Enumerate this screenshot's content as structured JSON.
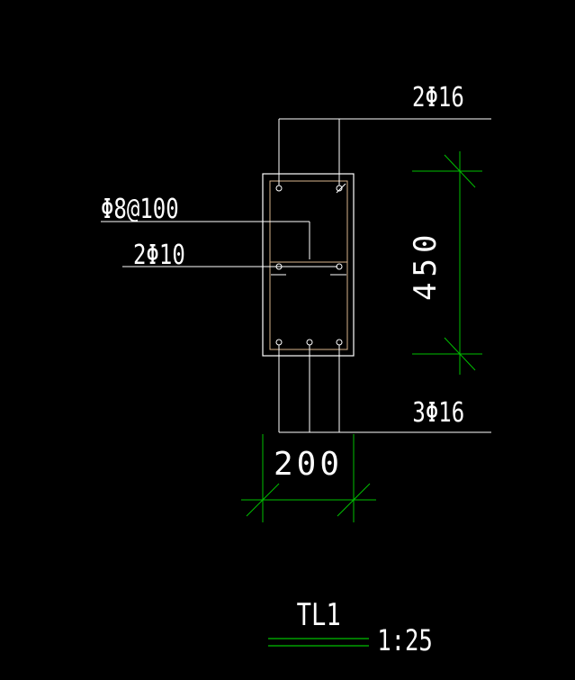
{
  "drawing": {
    "background": "#000000",
    "colors": {
      "line": "#ffffff",
      "dimension": "#00c000",
      "stirrup": "#d9b38c"
    },
    "labels": {
      "top_bars": "2Φ16",
      "stirrup_spec": "Φ8@100",
      "side_bars": "2Φ10",
      "bottom_bars": "3Φ16",
      "dim_height": "450",
      "dim_width": "200",
      "section_name": "TL1",
      "scale": "1:25"
    }
  }
}
